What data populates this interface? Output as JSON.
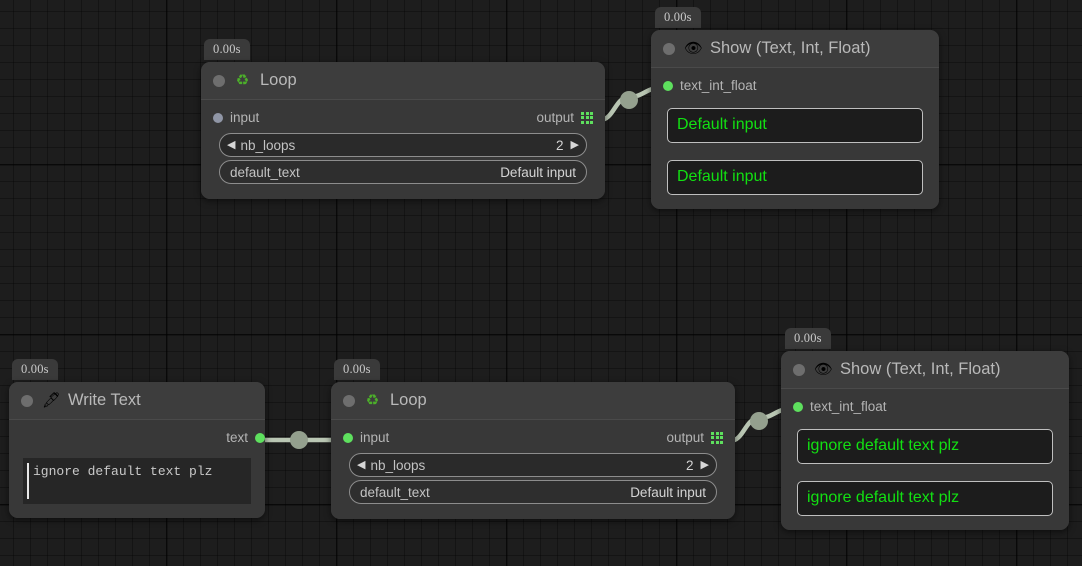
{
  "app": {
    "canvas_background": "#1d1d1d",
    "accent_connected": "#5ee05e",
    "accent_display_text": "#12e012",
    "edge_color": "#b9c6b3"
  },
  "nodes": [
    {
      "id": "loop-top",
      "timer": "0.00s",
      "icon": "recycle-icon",
      "icon_glyph": "♻",
      "title": "Loop",
      "input_port": {
        "label": "input",
        "state": "idle"
      },
      "output_port": {
        "label": "output",
        "icon": "list-grid-icon"
      },
      "fields": [
        {
          "kind": "stepper",
          "name": "nb_loops",
          "value": "2",
          "left_arrow": "◀",
          "right_arrow": "▶"
        },
        {
          "kind": "text",
          "name": "default_text",
          "value": "Default input"
        }
      ]
    },
    {
      "id": "show-top",
      "timer": "0.00s",
      "icon": "eye-icon",
      "icon_glyph": "👁",
      "title": "Show (Text, Int, Float)",
      "input_port": {
        "label": "text_int_float",
        "state": "connected"
      },
      "displays": [
        "Default input",
        "Default input"
      ]
    },
    {
      "id": "write-text",
      "timer": "0.00s",
      "icon": "pen-nib-icon",
      "icon_glyph": "🖋",
      "title": "Write Text",
      "output_port": {
        "label": "text",
        "state": "connected"
      },
      "textarea": {
        "value": "ignore default text plz"
      }
    },
    {
      "id": "loop-bottom",
      "timer": "0.00s",
      "icon": "recycle-icon",
      "icon_glyph": "♻",
      "title": "Loop",
      "input_port": {
        "label": "input",
        "state": "connected"
      },
      "output_port": {
        "label": "output",
        "icon": "list-grid-icon"
      },
      "fields": [
        {
          "kind": "stepper",
          "name": "nb_loops",
          "value": "2",
          "left_arrow": "◀",
          "right_arrow": "▶"
        },
        {
          "kind": "text",
          "name": "default_text",
          "value": "Default input"
        }
      ]
    },
    {
      "id": "show-bottom",
      "timer": "0.00s",
      "icon": "eye-icon",
      "icon_glyph": "👁",
      "title": "Show (Text, Int, Float)",
      "input_port": {
        "label": "text_int_float",
        "state": "connected"
      },
      "displays": [
        "ignore default text plz",
        "ignore default text plz"
      ]
    }
  ]
}
